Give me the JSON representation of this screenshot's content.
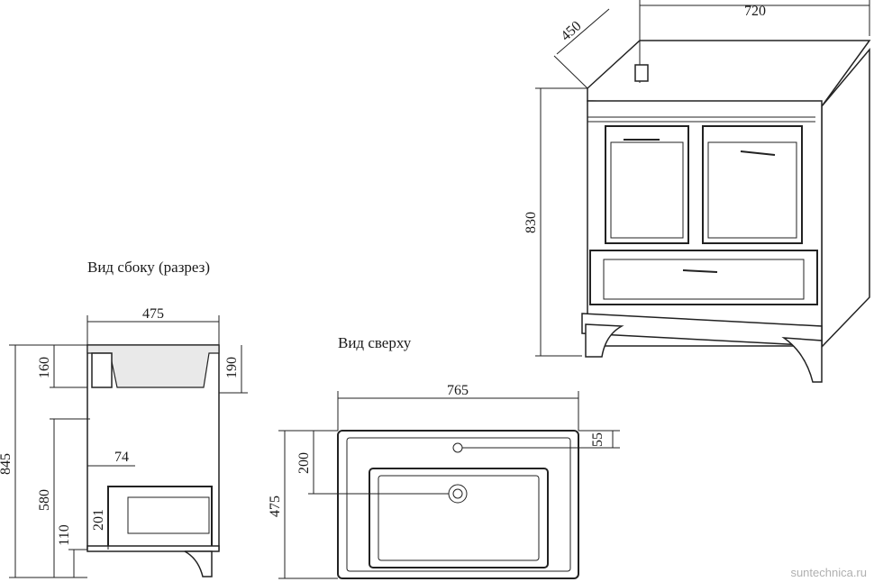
{
  "labels": {
    "side_view": "Вид сбоку (разрез)",
    "top_view": "Вид сверху",
    "watermark": "suntechnica.ru"
  },
  "dimensions": {
    "perspective_width": "720",
    "perspective_depth": "450",
    "perspective_height": "830",
    "side_width": "475",
    "side_sink_depth_160": "160",
    "side_sink_depth_190": "190",
    "side_total_height": "845",
    "side_580": "580",
    "side_110": "110",
    "side_74": "74",
    "side_201": "201",
    "top_width": "765",
    "top_depth": "475",
    "top_200": "200",
    "top_55": "55"
  }
}
